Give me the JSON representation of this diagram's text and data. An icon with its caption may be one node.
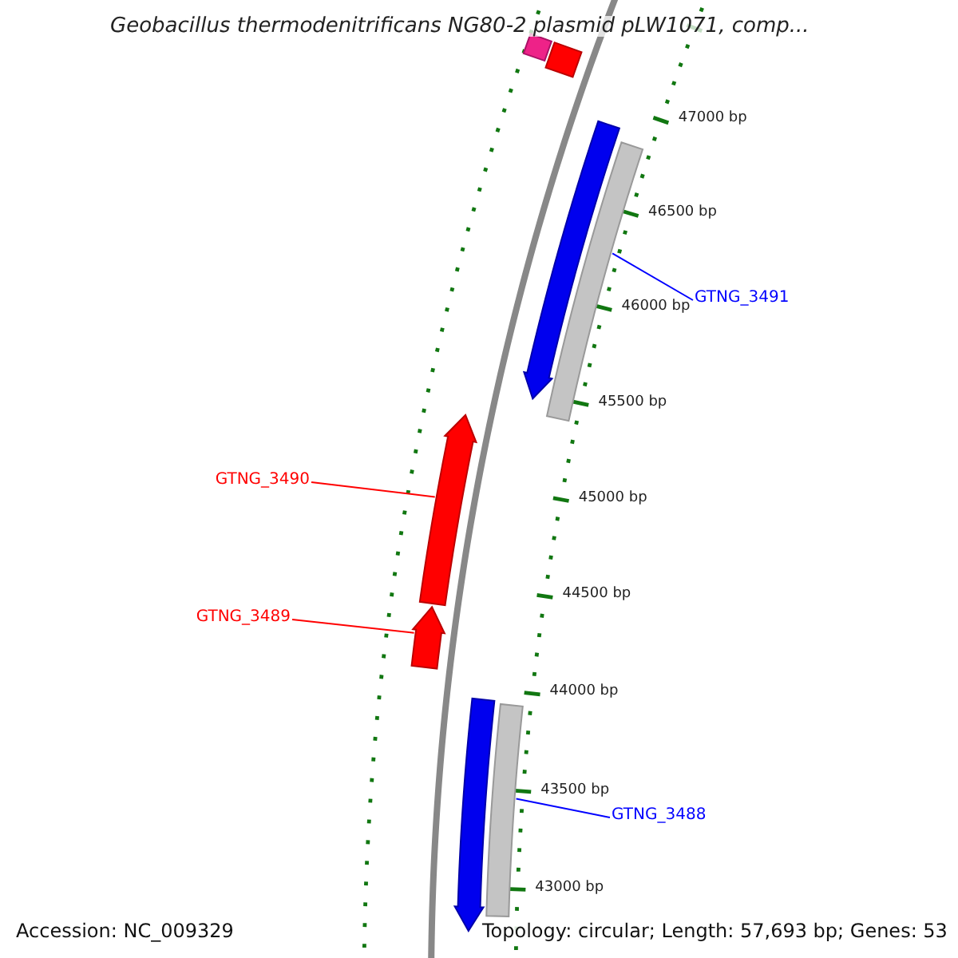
{
  "diagram": {
    "title": "Geobacillus thermodenitrificans NG80-2 plasmid pLW1071, comp...",
    "nodes": [
      {
        "text": [
          "GTNG_3491"
        ]
      },
      {
        "text": [
          "GTNG_3490"
        ]
      },
      {
        "text": [
          "GTNG_3489"
        ]
      },
      {
        "text": [
          "GTNG_3488"
        ]
      },
      {
        "text": [],
        "shape": "bar"
      },
      {
        "text": [],
        "shape": "bar"
      },
      {
        "text": [],
        "shape": "arrow"
      },
      {
        "text": [],
        "shape": "bar"
      },
      {
        "text": [],
        "shape": "arrow"
      },
      {
        "text": [],
        "shape": "arrow"
      },
      {
        "text": [],
        "shape": "arrow"
      },
      {
        "text": [],
        "shape": "bar"
      }
    ],
    "edges": [
      {
        "from": 0,
        "to": 7,
        "arrow": "none",
        "color": "#0000ff"
      },
      {
        "from": 1,
        "to": 8,
        "arrow": "none",
        "color": "#ff0000"
      },
      {
        "from": 2,
        "to": 9,
        "arrow": "none",
        "color": "#ff0000"
      },
      {
        "from": 3,
        "to": 11,
        "arrow": "none",
        "color": "#0000ff"
      }
    ],
    "labels": [
      "47000 bp",
      "46500 bp",
      "46000 bp",
      "45500 bp",
      "45000 bp",
      "44500 bp",
      "44000 bp",
      "43500 bp",
      "43000 bp",
      "Accession: NC_009329",
      "Topology: circular; Length: 57,693 bp; Genes: 53"
    ]
  }
}
